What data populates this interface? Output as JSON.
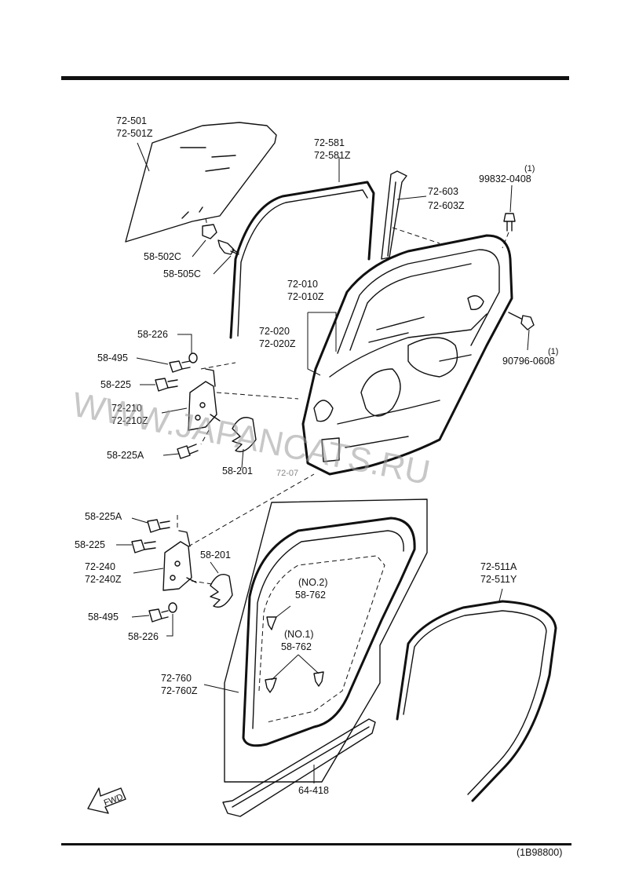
{
  "watermark": "WWW.JAPANCATS.RU",
  "diagram_code": "(1B98800)",
  "fwd_label": "FWD",
  "labels": {
    "glass_a": "72-501",
    "glass_b": "72-501Z",
    "channel_a": "72-581",
    "channel_b": "72-581Z",
    "sash_a": "72-603",
    "sash_b": "72-603Z",
    "bolt_top_a": "99832-0408",
    "bolt_top_b": "(1)",
    "bolt_right_a": "90796-0608",
    "bolt_right_b": "(1)",
    "clip_glass": "58-502C",
    "screw_glass": "58-505C",
    "door_a": "72-010",
    "door_b": "72-010Z",
    "door_c": "72-020",
    "door_d": "72-020Z",
    "washer_upper": "58-226",
    "bolt_upper_495": "58-495",
    "bolt_upper_225": "58-225",
    "hinge_upper_a": "72-210",
    "hinge_upper_b": "72-210Z",
    "bolt_upper_225a": "58-225A",
    "shim_upper": "58-201",
    "faded_label": "72-07",
    "bolt_lower_225a": "58-225A",
    "bolt_lower_225": "58-225",
    "hinge_lower_a": "72-240",
    "hinge_lower_b": "72-240Z",
    "shim_lower": "58-201",
    "bolt_lower_495": "58-495",
    "washer_lower": "58-226",
    "clip_no2_a": "(NO.2)",
    "clip_no2_b": "58-762",
    "clip_no1_a": "(NO.1)",
    "clip_no1_b": "58-762",
    "weatherstrip_a": "72-760",
    "weatherstrip_b": "72-760Z",
    "seal_a": "72-511A",
    "seal_b": "72-511Y",
    "sill": "64-418"
  }
}
